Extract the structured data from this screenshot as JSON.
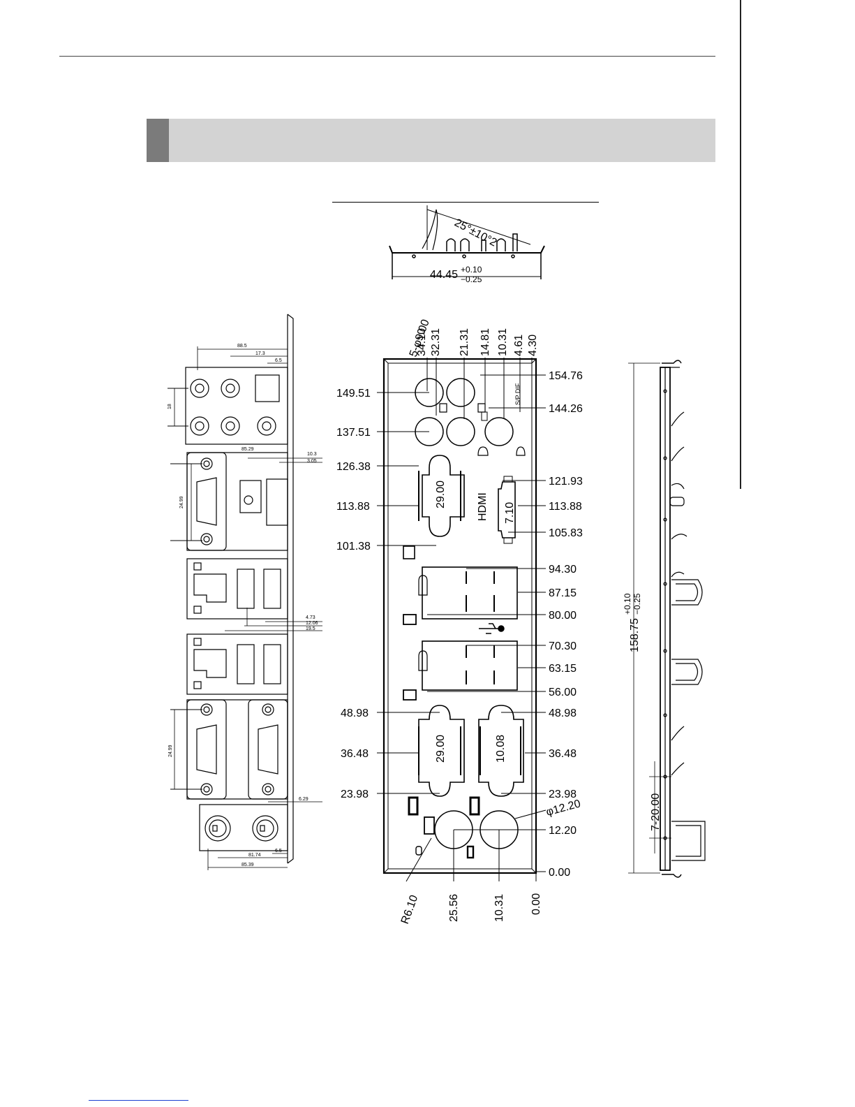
{
  "header_rule": true,
  "drawing": {
    "top_view": {
      "angle_label": "25°±10°2",
      "width_label": "44.45",
      "width_tol_plus": "+0.10",
      "width_tol_minus": "−0.25"
    },
    "hole_label": "5-φ9.00",
    "top_dims": [
      "34.10",
      "32.31",
      "21.31",
      "14.81",
      "10.31",
      "4.61",
      "4.30"
    ],
    "left_dims": [
      "149.51",
      "137.51",
      "126.38",
      "113.88",
      "101.38",
      "48.98",
      "36.48",
      "23.98"
    ],
    "right_dims": [
      "154.76",
      "144.26",
      "121.93",
      "113.88",
      "105.83",
      "94.30",
      "87.15",
      "80.00",
      "70.30",
      "63.15",
      "56.00",
      "48.98",
      "36.48",
      "23.98",
      "12.20",
      "0.00"
    ],
    "bottom_dims": [
      "R6.10",
      "25.56",
      "10.31",
      "0.00"
    ],
    "inner_labels": {
      "slot_top": "29.00",
      "hdmi": "HDMI",
      "hdmi_w": "7.10",
      "slot_bottom_left": "29.00",
      "slot_bottom_right": "10.08",
      "phi_round": "φ12.20",
      "spdif": "S/P DIF"
    },
    "side_view": {
      "height_label": "158.75",
      "height_tol_plus": "+0.10",
      "height_tol_minus": "−0.25",
      "pitch_label": "7-20.00"
    },
    "left_view_dims": {
      "a": "88.5",
      "b": "17.3",
      "c": "6.5",
      "d": "18",
      "e": "85.29",
      "f": "10.3",
      "g": "3.05",
      "h": "24.99",
      "i": "4.73",
      "j": "12.06",
      "k": "19.5",
      "l": "24.99",
      "m": "6.29",
      "n": "81.74",
      "o": "6.5",
      "p": "85.39"
    }
  }
}
